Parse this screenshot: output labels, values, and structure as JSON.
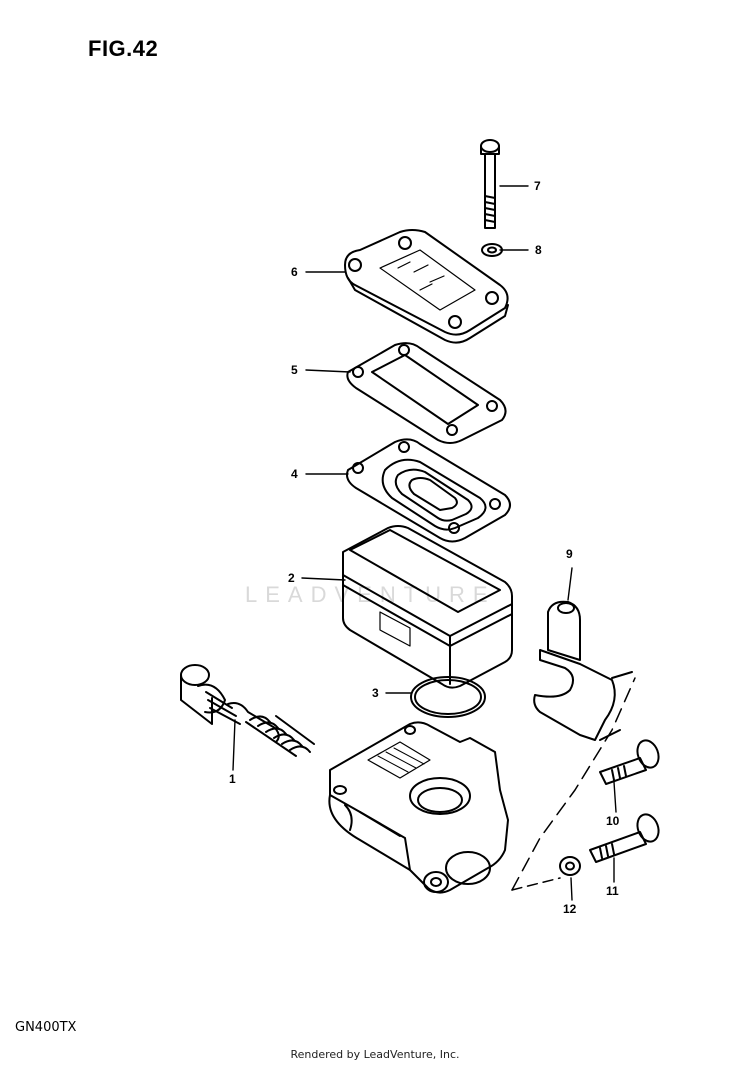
{
  "title": "FIG.42",
  "model": "GN400TX",
  "footer": "Rendered by LeadVenture, Inc.",
  "watermark": "LEADVENTURE",
  "callouts": [
    "1",
    "2",
    "3",
    "4",
    "5",
    "6",
    "7",
    "8",
    "9",
    "10",
    "11",
    "12"
  ]
}
